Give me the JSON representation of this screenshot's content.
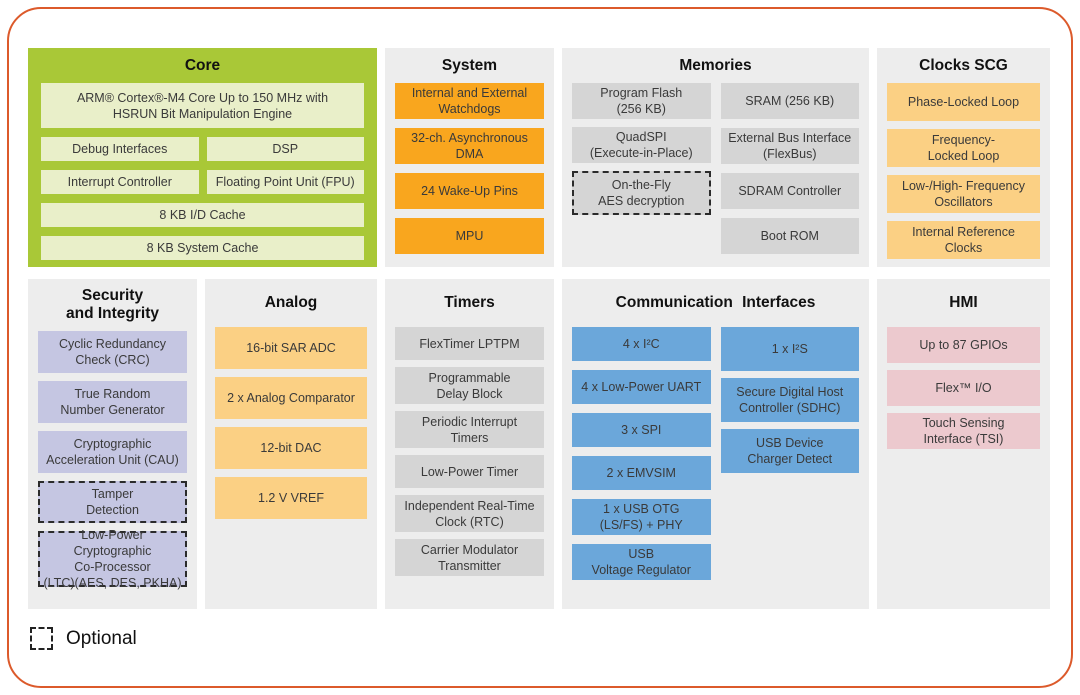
{
  "colors": {
    "frame_border": "#DC5A2B",
    "panel_bg": "#EDEDED",
    "core_panel": "#A9C837",
    "core_block": "#E9EFC9",
    "system_block": "#F9A61E",
    "memory_block": "#D5D5D5",
    "clock_block": "#FBD084",
    "security_block": "#C5C6E2",
    "analog_block": "#FBD084",
    "timer_block": "#D5D5D5",
    "comm_block": "#6BA7DA",
    "hmi_block": "#ECC9CE"
  },
  "core": {
    "title": "Core",
    "main": "ARM® Cortex®-M4 Core Up to 150 MHz with\nHSRUN Bit Manipulation Engine",
    "pairs": [
      "Debug Interfaces",
      "DSP",
      "Interrupt Controller",
      "Floating Point Unit (FPU)"
    ],
    "wide": [
      "8 KB I/D Cache",
      "8 KB System Cache"
    ]
  },
  "system": {
    "title": "System",
    "blocks": [
      "Internal and External\nWatchdogs",
      "32-ch. Asynchronous\nDMA",
      "24 Wake-Up Pins",
      "MPU"
    ]
  },
  "memories": {
    "title": "Memories",
    "left": [
      "Program Flash\n(256 KB)",
      "QuadSPI\n(Execute-in-Place)",
      "On-the-Fly\nAES decryption"
    ],
    "right": [
      "SRAM (256 KB)",
      "External Bus Interface\n(FlexBus)",
      "SDRAM Controller",
      "Boot ROM"
    ]
  },
  "clocks": {
    "title": "Clocks SCG",
    "blocks": [
      "Phase-Locked Loop",
      "Frequency-\nLocked Loop",
      "Low-/High- Frequency\nOscillators",
      "Internal Reference\nClocks"
    ]
  },
  "security": {
    "title": "Security\nand Integrity",
    "blocks": [
      "Cyclic Redundancy\nCheck (CRC)",
      "True Random\nNumber Generator",
      "Cryptographic\nAcceleration Unit (CAU)",
      "Tamper\nDetection",
      "Low-Power Cryptographic\nCo-Processor\n(LTC)(AES, DES, PKHA)"
    ]
  },
  "analog": {
    "title": "Analog",
    "blocks": [
      "16-bit SAR ADC",
      "2 x Analog Comparator",
      "12-bit DAC",
      "1.2 V VREF"
    ]
  },
  "timers": {
    "title": "Timers",
    "blocks": [
      "FlexTimer LPTPM",
      "Programmable\nDelay Block",
      "Periodic Interrupt\nTimers",
      "Low-Power Timer",
      "Independent Real-Time\nClock (RTC)",
      "Carrier Modulator\nTransmitter"
    ]
  },
  "comm": {
    "title": "Communication Interfaces",
    "left": [
      "4 x I²C",
      "4 x Low-Power UART",
      "3 x SPI",
      "2 x EMVSIM",
      "1 x USB OTG\n(LS/FS) + PHY",
      "USB\nVoltage Regulator"
    ],
    "right": [
      "1 x I²S",
      "Secure Digital Host\nController (SDHC)",
      "USB Device\nCharger Detect"
    ]
  },
  "hmi": {
    "title": "HMI",
    "blocks": [
      "Up to 87 GPIOs",
      "Flex™ I/O",
      "Touch Sensing\nInterface (TSI)"
    ]
  },
  "legend": {
    "label": "Optional"
  }
}
